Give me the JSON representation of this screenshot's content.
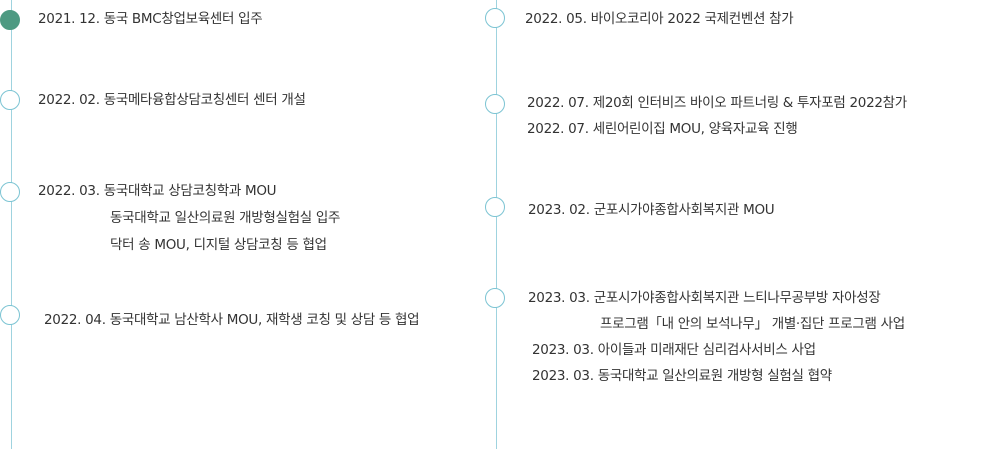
{
  "colors": {
    "line": "#9fd3df",
    "dot_border": "#7cc4d3",
    "dot_active": "#4e9a82",
    "text": "#333333"
  },
  "left": [
    {
      "lines": [
        "2021. 12. 동국 BMC창업보육센터 입주"
      ]
    },
    {
      "lines": [
        "2022. 02. 동국메타융합상담코칭센터 센터 개설"
      ]
    },
    {
      "lines": [
        "2022. 03. 동국대학교 상담코칭학과 MOU",
        "동국대학교 일산의료원 개방형실험실 입주",
        "닥터 송 MOU, 디지털 상담코칭 등 협업"
      ]
    },
    {
      "lines": [
        "2022. 04. 동국대학교 남산학사 MOU, 재학생 코칭 및 상담 등 협업"
      ]
    }
  ],
  "right": [
    {
      "lines": [
        "2022. 05. 바이오코리아 2022 국제컨벤션 참가"
      ]
    },
    {
      "lines": [
        "2022. 07. 제20회 인터비즈 바이오 파트너링 & 투자포럼 2022참가",
        "2022. 07. 세린어린이집 MOU, 양육자교육 진행"
      ]
    },
    {
      "lines": [
        "2023. 02. 군포시가야종합사회복지관 MOU"
      ]
    },
    {
      "lines": [
        "2023. 03. 군포시가야종합사회복지관 느티나무공부방 자아성장",
        "프로그램「내 안의 보석나무」 개별·집단 프로그램 사업",
        "2023. 03. 아이들과 미래재단 심리검사서비스 사업",
        "2023. 03. 동국대학교 일산의료원 개방형 실험실 협약"
      ]
    }
  ]
}
